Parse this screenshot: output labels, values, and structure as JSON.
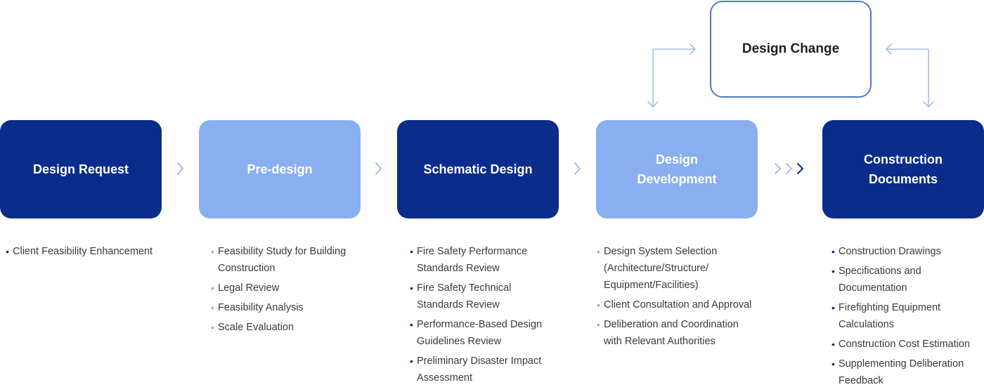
{
  "colors": {
    "dark": "#0a2d8c",
    "light": "#89aff0",
    "change_border": "#4d78cc",
    "connector": "#a9bfe4",
    "chevron": "#9bb6e6",
    "chevron_strong": "#0a2d8c"
  },
  "design_change": {
    "label": "Design Change"
  },
  "stages": [
    {
      "title": "Design Request",
      "tone": "dark",
      "items": [
        "Client Feasibility Enhancement"
      ]
    },
    {
      "title": "Pre-design",
      "tone": "light",
      "items": [
        "Feasibility Study for Building\nConstruction",
        "Legal Review",
        "Feasibility Analysis",
        "Scale Evaluation"
      ]
    },
    {
      "title": "Schematic Design",
      "tone": "dark",
      "items": [
        "Fire Safety Performance\nStandards Review",
        "Fire Safety Technical\nStandards Review",
        "Performance-Based Design\nGuidelines Review",
        "Preliminary Disaster Impact\nAssessment"
      ]
    },
    {
      "title": "Design\nDevelopment",
      "tone": "light",
      "items": [
        "Design System Selection\n(Architecture/Structure/\nEquipment/Facilities)",
        "Client Consultation and Approval",
        "Deliberation and Coordination\nwith Relevant Authorities"
      ]
    },
    {
      "title": "Construction\nDocuments",
      "tone": "dark",
      "items": [
        "Construction Drawings",
        "Specifications and\nDocumentation",
        "Firefighting Equipment\nCalculations",
        "Construction Cost Estimation",
        "Supplementing Deliberation\nFeedback"
      ]
    }
  ],
  "bullet": "•"
}
